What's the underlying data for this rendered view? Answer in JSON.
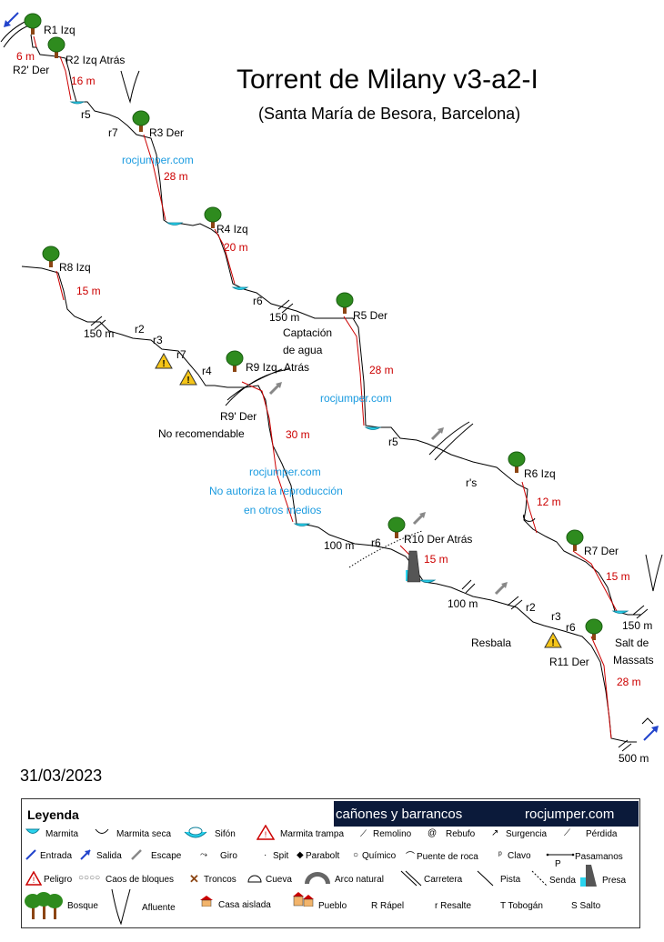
{
  "title": "Torrent de Milany v3-a2-I",
  "subtitle": "(Santa María de Besora, Barcelona)",
  "date": "31/03/2023",
  "watermarks": [
    "rocjumper.com",
    "rocjumper.com",
    "rocjumper.com"
  ],
  "copyright": [
    "No autoriza la reproducción",
    "en otros medios"
  ],
  "labels": {
    "r1": "R1 Izq",
    "r1_len": "6 m",
    "r2p": "R2' Der",
    "r2": "R2 Izq Atrás",
    "r2_len": "16 m",
    "r5a": "r5",
    "r7a": "r7",
    "r3": "R3 Der",
    "r3_len": "28 m",
    "r4": "R4 Izq",
    "r4_len": "20 m",
    "r6a": "r6",
    "d150a": "150 m",
    "captacion": [
      "Captación",
      "de agua"
    ],
    "r5": "R5 Der",
    "r5_len": "28 m",
    "r8": "R8 Izq",
    "r8_len": "15 m",
    "d150b": "150 m",
    "r2b": "r2",
    "r3b": "r3",
    "r7b": "r7",
    "r4b": "r4",
    "r9": "R9 Izq",
    "r9_extra": "Atrás",
    "r9p": "R9' Der",
    "no_recom": "No recomendable",
    "r9_len": "30 m",
    "r5b": "r5",
    "rs": "r's",
    "r6": "R6 Izq",
    "r6_len": "12 m",
    "d100a": "100 m",
    "r6b": "r6",
    "r10": "R10 Der Atrás",
    "r10_len": "15 m",
    "r7": "R7 Der",
    "r7_len": "15 m",
    "d100b": "100 m",
    "r2c": "r2",
    "r3c": "r3",
    "r6c": "r6",
    "d150c": "150 m",
    "resbala": "Resbala",
    "salt": [
      "Salt de",
      "Massats"
    ],
    "r11": "R11 Der",
    "r11_len": "28 m",
    "d500": "500 m"
  },
  "legend": {
    "title": "Leyenda",
    "banner_left": "cañones y barrancos",
    "banner_right": "rocjumper.com",
    "row1": [
      "Marmita",
      "Marmita seca",
      "Sifón",
      "Marmita trampa",
      "Remolino",
      "Rebufo",
      "Surgencia",
      "Pérdida"
    ],
    "row2": [
      "Entrada",
      "Salida",
      "Escape",
      "Giro",
      "Spit",
      "Parabolt",
      "Químico",
      "Puente de roca",
      "Clavo",
      "Pasamanos"
    ],
    "row3": [
      "Peligro",
      "Caos de bloques",
      "Troncos",
      "Cueva",
      "Arco natural",
      "Carretera",
      "Pista",
      "Senda",
      "Presa"
    ],
    "pasamanos_p": "P",
    "row4": [
      "Bosque",
      "Afluente",
      "Casa aislada",
      "Pueblo",
      "R Rápel",
      "r Resalte",
      "T Tobogán",
      "S Salto"
    ]
  },
  "colors": {
    "rope": "#cc0000",
    "water": "#2ad4ee",
    "tree_canopy": "#2e8b1e",
    "trunk": "#8b4513",
    "warning": "#f5c518",
    "banner": "#0b1a3a",
    "accent_blue": "#1a9be0"
  }
}
